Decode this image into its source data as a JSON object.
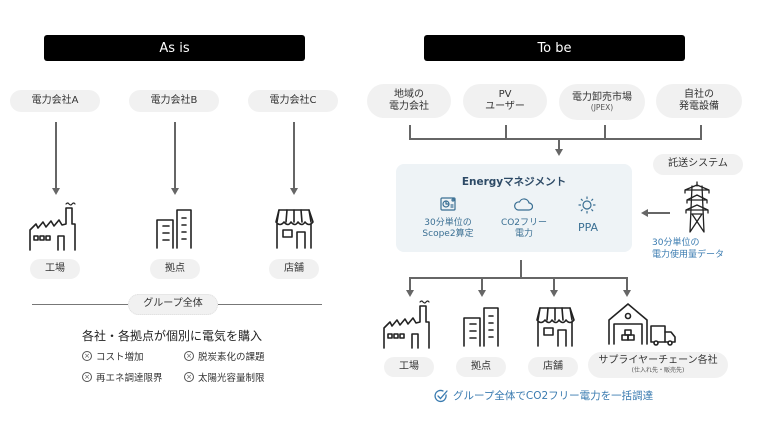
{
  "as_is": {
    "header": "As is",
    "suppliers": [
      "電力会社A",
      "電力会社B",
      "電力会社C"
    ],
    "destinations": [
      {
        "label": "工場",
        "icon": "factory-icon"
      },
      {
        "label": "拠点",
        "icon": "building-icon"
      },
      {
        "label": "店舗",
        "icon": "store-icon"
      }
    ],
    "group_label": "グループ全体",
    "issue_title": "各社・各拠点が個別に電気を購入",
    "issues": [
      "コスト増加",
      "脱炭素化の課題",
      "再エネ調達限界",
      "太陽光容量制限"
    ]
  },
  "to_be": {
    "header": "To be",
    "sources": [
      {
        "line1": "地域の",
        "line2": "電力会社"
      },
      {
        "line1": "PV",
        "line2": "ユーザー"
      },
      {
        "line1": "電力卸売市場",
        "line2": "(JPEX)"
      },
      {
        "line1": "自社の",
        "line2": "発電設備"
      }
    ],
    "energy_management": {
      "title": "Energyマネジメント",
      "items": [
        {
          "icon": "chart-report-icon",
          "line1": "30分単位の",
          "line2": "Scope2算定"
        },
        {
          "icon": "cloud-icon",
          "line1": "CO2フリー",
          "line2": "電力"
        },
        {
          "icon": "sun-icon",
          "line1": "PPA",
          "line2": ""
        }
      ]
    },
    "transmission": {
      "label": "託送システム",
      "icon": "power-tower-icon",
      "data_line1": "30分単位の",
      "data_line2": "電力使用量データ"
    },
    "destinations": [
      {
        "label": "工場",
        "icon": "factory-icon"
      },
      {
        "label": "拠点",
        "icon": "building-icon"
      },
      {
        "label": "店舗",
        "icon": "store-icon"
      },
      {
        "label": "サプライヤーチェーン各社",
        "sub": "(仕入れ先・販売先)",
        "icon": "warehouse-truck-icon"
      }
    ],
    "conclusion": "グループ全体でCO2フリー電力を一括調達"
  },
  "colors": {
    "header_bg": "#000000",
    "pill_bg": "#f1f1f1",
    "energy_bg": "#eef3f6",
    "accent_blue": "#3a7bb0",
    "line_gray": "#666666"
  }
}
